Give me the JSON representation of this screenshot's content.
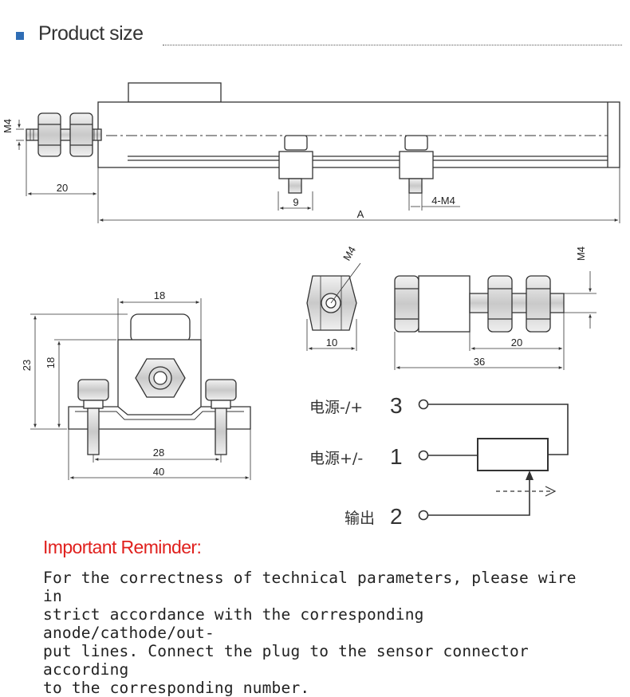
{
  "header": {
    "title": "Product size"
  },
  "dimensions": {
    "top_m4": "M4",
    "top_20": "20",
    "top_9": "9",
    "top_a": "A",
    "top_4m4": "4-M4",
    "front_18_top": "18",
    "front_23": "23",
    "front_18_left": "18",
    "front_28": "28",
    "front_40": "40",
    "hex_m4": "M4",
    "hex_10": "10",
    "side_m4": "M4",
    "side_20": "20",
    "side_36": "36"
  },
  "wiring": [
    {
      "label": "电源-/+",
      "number": "3"
    },
    {
      "label": "电源+/-",
      "number": "1"
    },
    {
      "label": "输出",
      "number": "2"
    }
  ],
  "reminder": {
    "title": "Important Reminder:",
    "text": "For the correctness of technical parameters, please wire in\nstrict accordance with the corresponding anode/cathode/out-\nput lines. Connect the plug to the sensor connector according\nto the corresponding number."
  },
  "colors": {
    "accent": "#2f6db5",
    "reminder": "#e0201d"
  }
}
